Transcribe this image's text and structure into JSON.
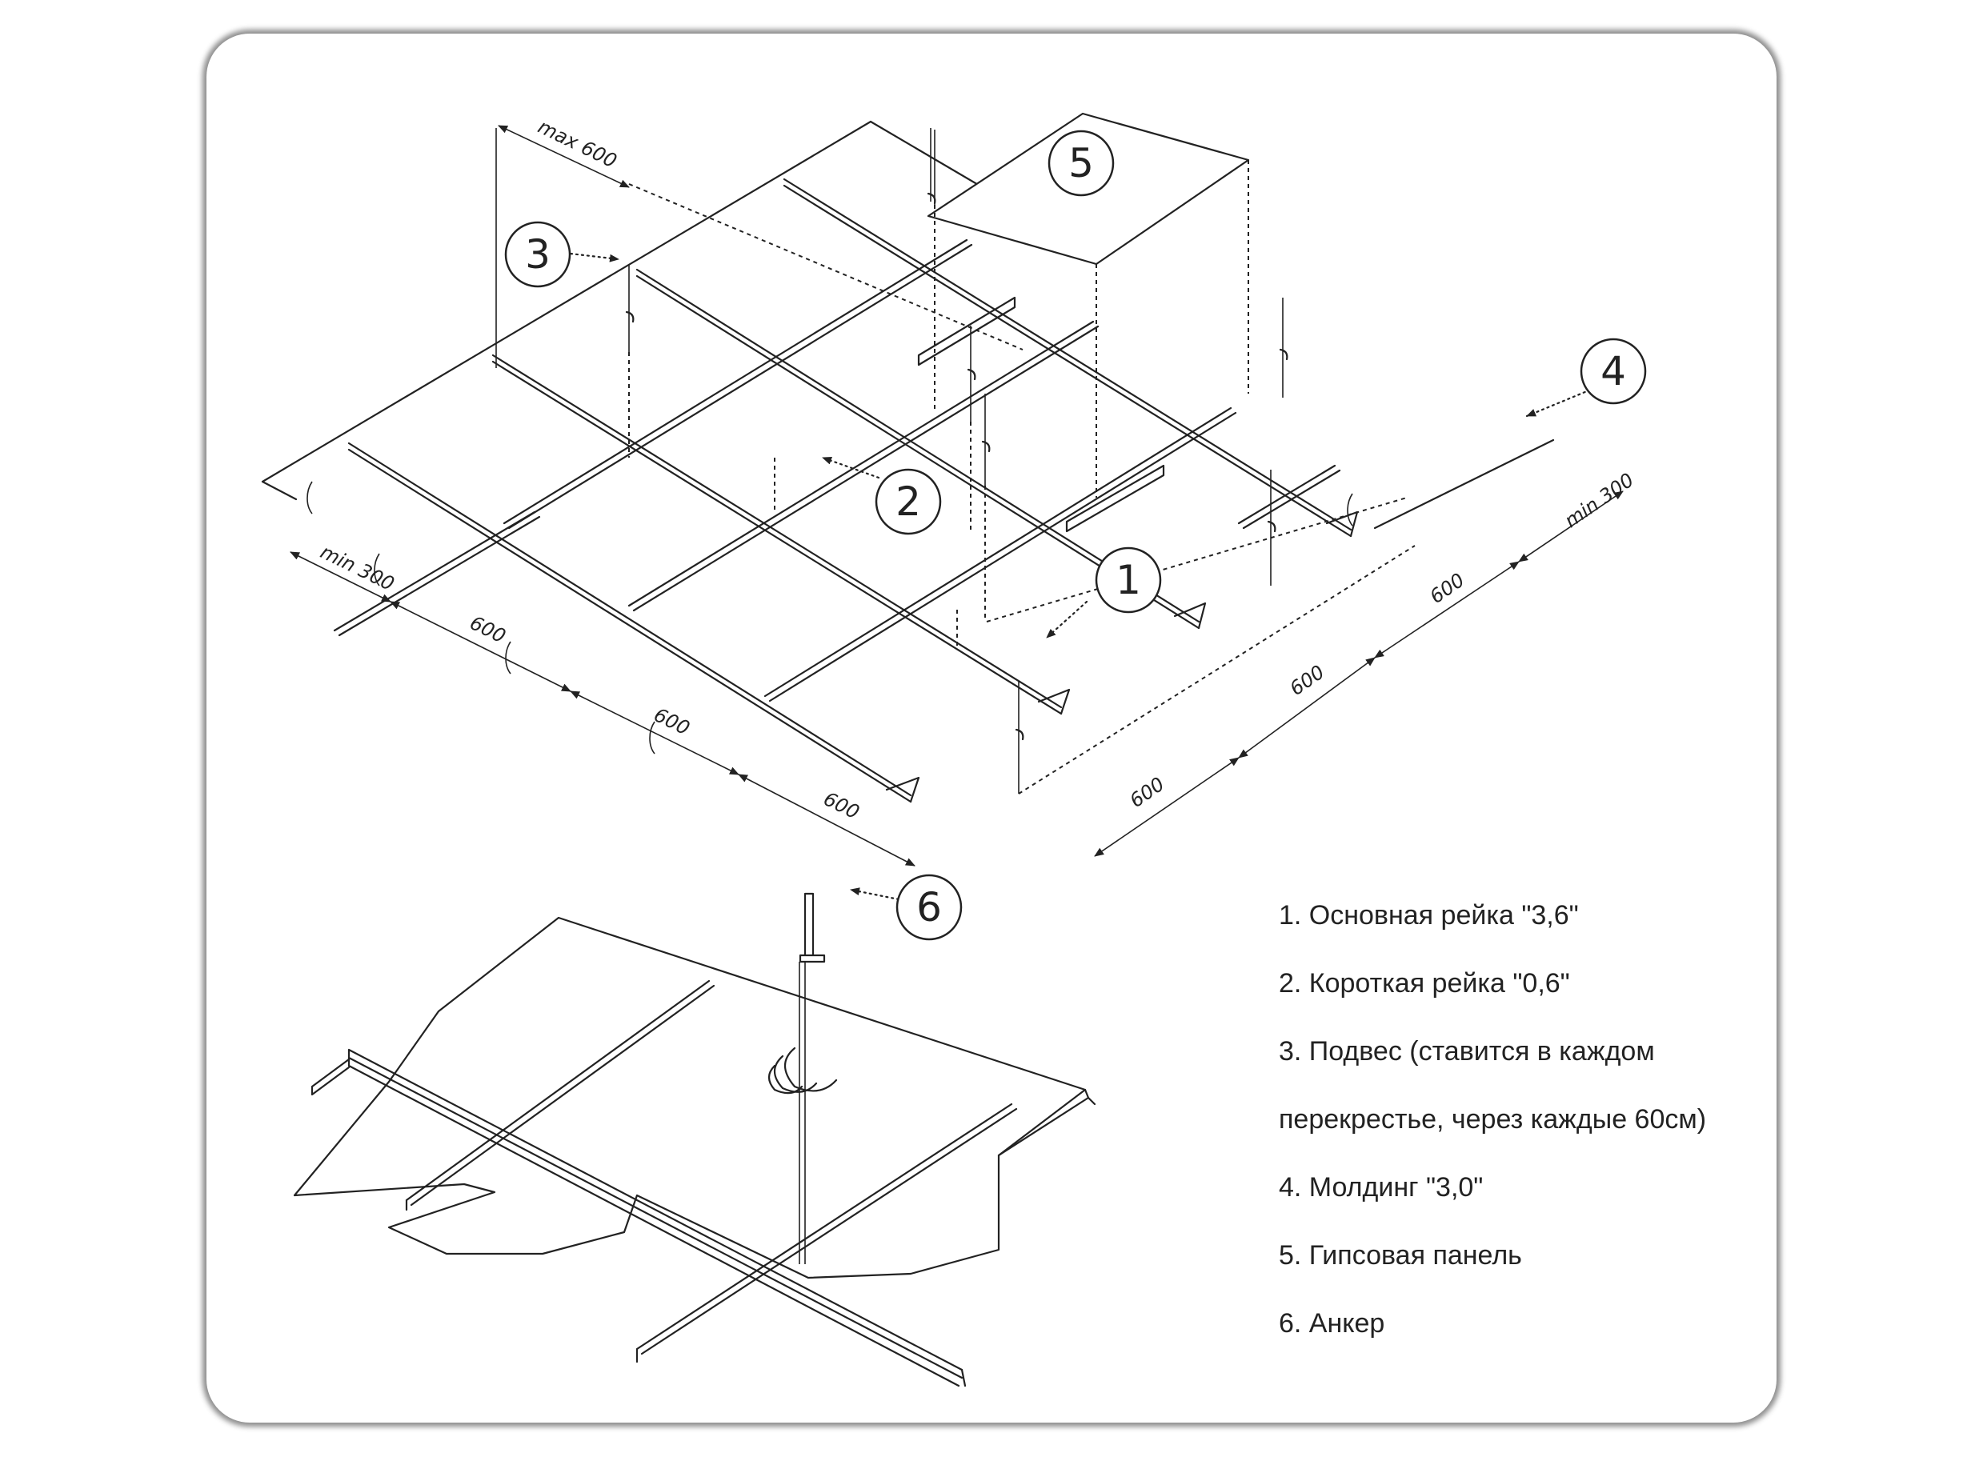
{
  "callouts": {
    "c1": "1",
    "c2": "2",
    "c3": "3",
    "c4": "4",
    "c5": "5",
    "c6": "6"
  },
  "dimensions": {
    "min_left": "min 300",
    "left_1": "600",
    "left_2": "600",
    "left_3": "600",
    "right_1": "600",
    "right_2": "600",
    "right_3": "600",
    "min_right": "min 300",
    "max_top": "max 600"
  },
  "legend": [
    "1. Основная рейка \"3,6\"",
    "2. Короткая рейка \"0,6\"",
    "3. Подвес (ставится в каждом",
    "перекрестье, через каждые 60см)",
    "4. Молдинг \"3,0\"",
    "5. Гипсовая панель",
    "6. Анкер"
  ]
}
